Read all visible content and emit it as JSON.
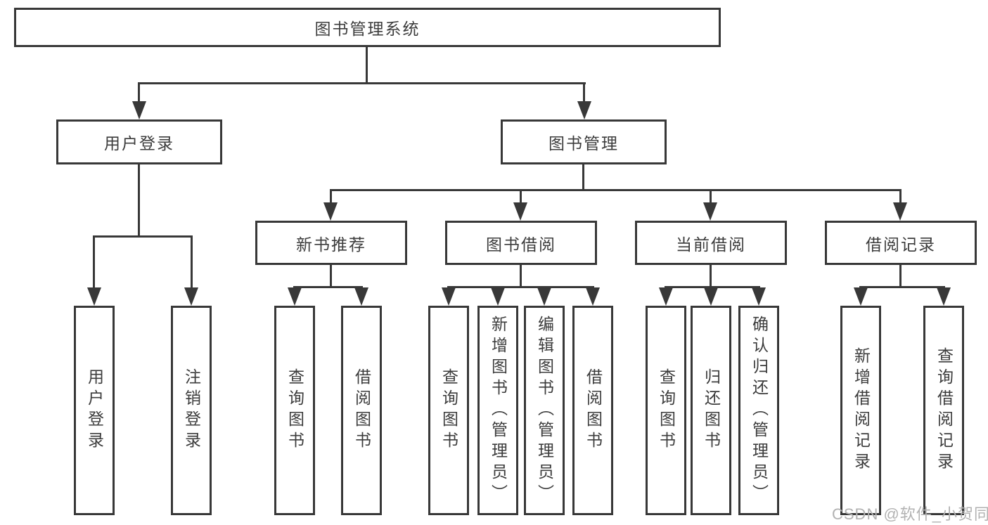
{
  "diagram": {
    "watermark": "CSDN @软件_小贺同学",
    "colors": {
      "line": "#383838",
      "text": "#3c3c3c",
      "watermark": "#b2b2b2",
      "background": "#ffffff"
    },
    "tree": {
      "root": {
        "label": "图书管理系统"
      },
      "level2": [
        {
          "label": "用户登录"
        },
        {
          "label": "图书管理"
        }
      ],
      "level3": [
        {
          "label": "新书推荐"
        },
        {
          "label": "图书借阅"
        },
        {
          "label": "当前借阅"
        },
        {
          "label": "借阅记录"
        }
      ],
      "leaves": {
        "user_login": [
          "用户登录",
          "注销登录"
        ],
        "new_book": [
          "查询图书",
          "借阅图书"
        ],
        "book_borrow": [
          "查询图书",
          "新增图书（管理员）",
          "编辑图书（管理员）",
          "借阅图书"
        ],
        "current_borrow": [
          "查询图书",
          "归还图书",
          "确认归还（管理员）"
        ],
        "records": [
          "新增借阅记录",
          "查询借阅记录"
        ]
      }
    }
  }
}
